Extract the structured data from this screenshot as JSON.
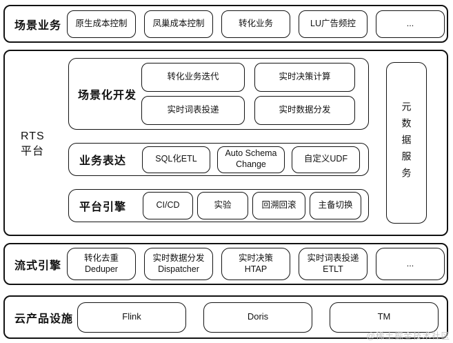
{
  "watermark": "@稀土掘金技术社区",
  "colors": {
    "border": "#111111",
    "background": "#ffffff",
    "watermark": "#c9c9c9"
  },
  "sections": {
    "business": {
      "label": "场景业务",
      "items": [
        "原生成本控制",
        "凤巢成本控制",
        "转化业务",
        "LU广告频控",
        "..."
      ]
    },
    "rts": {
      "label_line1": "RTS",
      "label_line2": "平台",
      "groups": {
        "scenario_dev": {
          "label": "场景化开发",
          "items": [
            "转化业务迭代",
            "实时决策计算",
            "实时词表投递",
            "实时数据分发"
          ]
        },
        "business_expression": {
          "label": "业务表达",
          "items": [
            "SQL化ETL",
            "Auto Schema Change",
            "自定义UDF"
          ]
        },
        "platform_engine": {
          "label": "平台引擎",
          "items": [
            "CI/CD",
            "实验",
            "回溯回滚",
            "主备切换"
          ]
        }
      },
      "metadata_service": "元数据服务"
    },
    "streaming": {
      "label": "流式引擎",
      "items": [
        {
          "line1": "转化去重",
          "line2": "Deduper"
        },
        {
          "line1": "实时数据分发",
          "line2": "Dispatcher"
        },
        {
          "line1": "实时决策",
          "line2": "HTAP"
        },
        {
          "line1": "实时词表投递",
          "line2": "ETLT"
        },
        {
          "line1": "...",
          "line2": ""
        }
      ]
    },
    "cloud": {
      "label": "云产品设施",
      "items": [
        "Flink",
        "Doris",
        "TM"
      ]
    }
  }
}
